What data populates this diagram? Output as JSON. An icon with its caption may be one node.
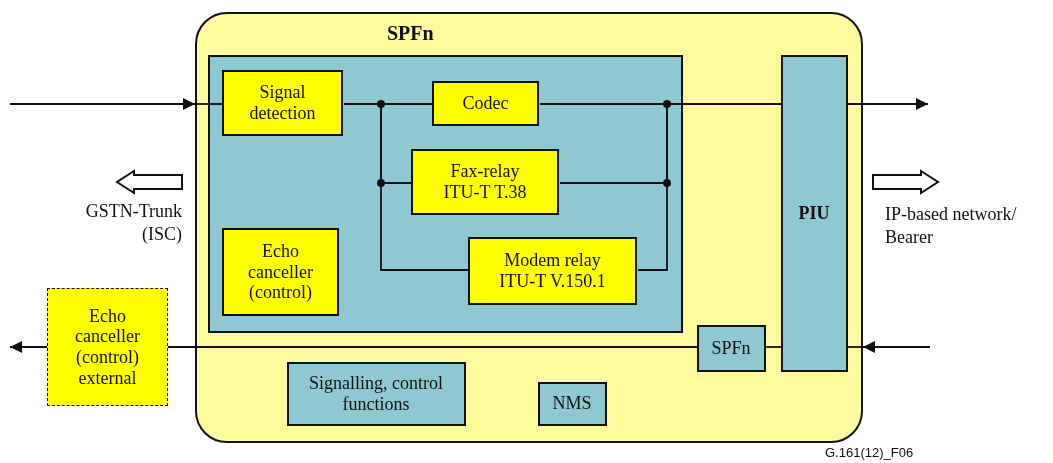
{
  "diagram": {
    "nodes": [
      {
        "text": [
          "SPFn"
        ]
      },
      {
        "text": [],
        "shape": "box",
        "in": 0
      },
      {
        "text": [
          "Signal detection"
        ],
        "in": 1
      },
      {
        "text": [
          "Codec"
        ],
        "in": 1
      },
      {
        "text": [
          "Fax-relay ITU-T T.38"
        ],
        "in": 1
      },
      {
        "text": [
          "Echo canceller (control)"
        ],
        "in": 1
      },
      {
        "text": [
          "Modem relay ITU-T V.150.1"
        ],
        "in": 1
      },
      {
        "text": [
          "PIU"
        ],
        "in": 0
      },
      {
        "text": [
          "SPFn"
        ],
        "in": 0
      },
      {
        "text": [
          "Signalling, control functions"
        ],
        "in": 0
      },
      {
        "text": [
          "NMS"
        ],
        "in": 0
      },
      {
        "text": [
          "Echo canceller (control) external"
        ]
      }
    ],
    "edges": [
      {
        "from": null,
        "to": 0,
        "arrow": "to"
      },
      {
        "from": 0,
        "to": 2,
        "arrow": "none"
      },
      {
        "from": 2,
        "to": 3,
        "arrow": "none"
      },
      {
        "from": 2,
        "to": 4,
        "arrow": "none"
      },
      {
        "from": 2,
        "to": 6,
        "arrow": "none"
      },
      {
        "from": 3,
        "to": 7,
        "arrow": "none"
      },
      {
        "from": 4,
        "to": 7,
        "arrow": "none"
      },
      {
        "from": 6,
        "to": 7,
        "arrow": "none"
      },
      {
        "from": 7,
        "to": null,
        "arrow": "to"
      },
      {
        "from": null,
        "to": 0,
        "arrow": "to"
      },
      {
        "from": 0,
        "to": 7,
        "arrow": "none"
      },
      {
        "from": 7,
        "to": 8,
        "arrow": "none"
      },
      {
        "from": 8,
        "to": 11,
        "arrow": "none"
      },
      {
        "from": 11,
        "to": null,
        "arrow": "to"
      }
    ],
    "labels": [
      "GSTN-Trunk (ISC)",
      "IP-based network/ Bearer",
      "G.161(12)_F06"
    ]
  }
}
